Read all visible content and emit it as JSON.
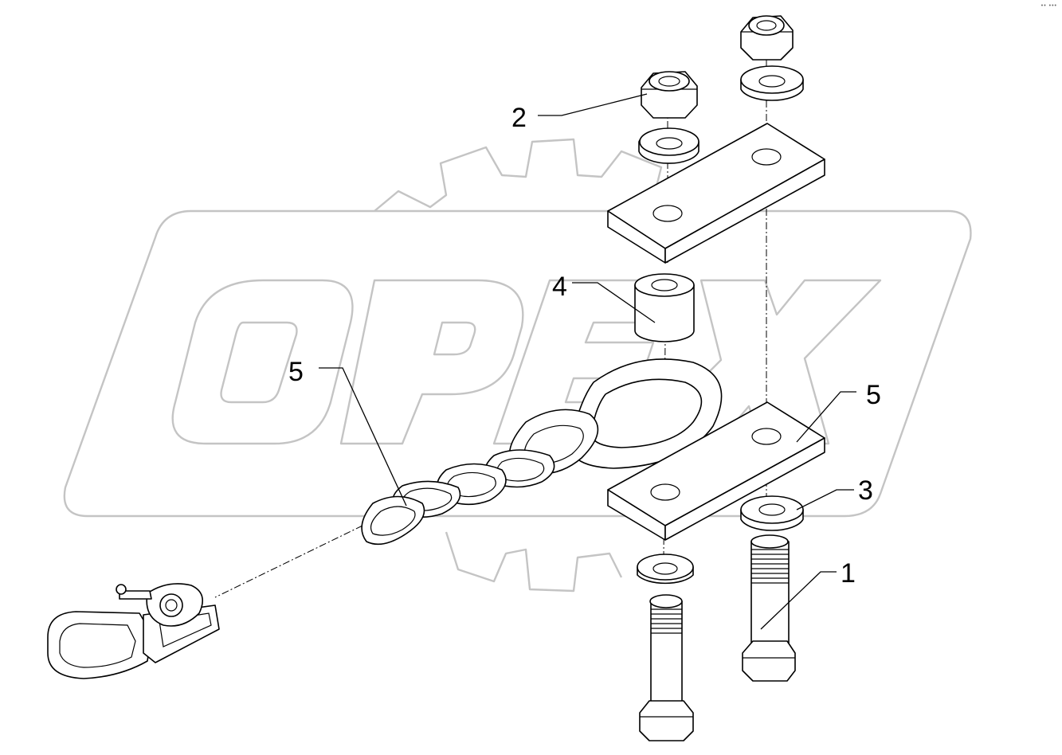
{
  "watermark": {
    "text": "OPEX",
    "color": "#c4c4c4"
  },
  "corner_mark": "•• •••",
  "callouts": [
    {
      "id": "callout-2",
      "label": "2"
    },
    {
      "id": "callout-4",
      "label": "4"
    },
    {
      "id": "callout-5-left",
      "label": "5"
    },
    {
      "id": "callout-5-right",
      "label": "5"
    },
    {
      "id": "callout-3",
      "label": "3"
    },
    {
      "id": "callout-1",
      "label": "1"
    }
  ],
  "colors": {
    "line": "#000000",
    "background": "#ffffff",
    "watermark": "#c4c4c4"
  }
}
